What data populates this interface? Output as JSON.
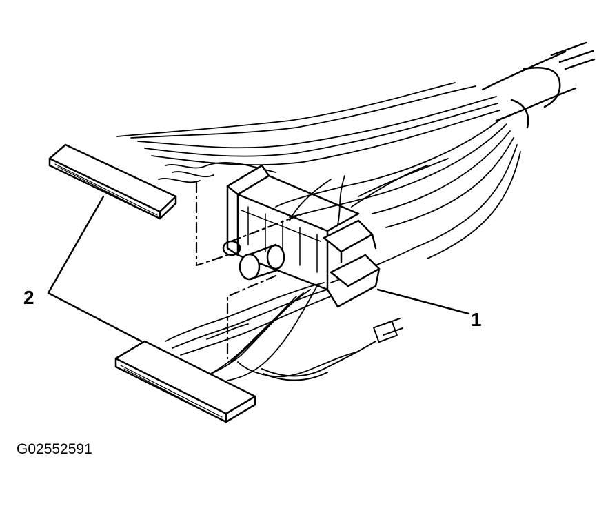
{
  "figure": {
    "id": "G02552591",
    "callouts": [
      {
        "label": "1",
        "target": "connector-housing"
      },
      {
        "label": "2",
        "target": "ribbon-connectors"
      }
    ]
  },
  "colors": {
    "ink": "#000000",
    "paper": "#ffffff"
  }
}
